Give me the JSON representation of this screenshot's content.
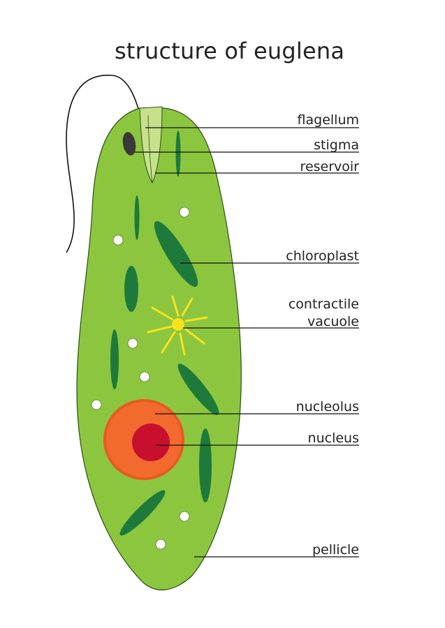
{
  "title": "structure of euglena",
  "labels": {
    "flagellum": "flagellum",
    "stigma": "stigma",
    "reservoir": "reservoir",
    "chloroplast": "chloroplast",
    "contractile_vacuole_line1": "contractile",
    "contractile_vacuole_line2": "vacuole",
    "nucleolus": "nucleolus",
    "nucleus": "nucleus",
    "pellicle": "pellicle"
  },
  "colors": {
    "cell_body": "#8cc63f",
    "reservoir": "#c6e08c",
    "chloroplast": "#1e7a3a",
    "stigma": "#3a3a3a",
    "vacuole": "#f7e21e",
    "nucleus_outer": "#f26a2e",
    "nucleus_inner": "#c8102e",
    "granule": "#ffffff",
    "leader_line": "#111111"
  }
}
